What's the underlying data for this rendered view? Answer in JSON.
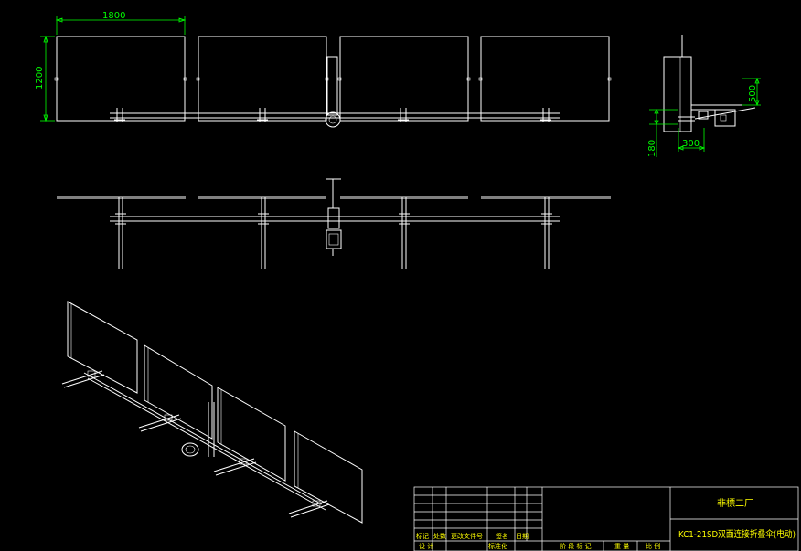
{
  "dimensions": {
    "panel_width": "1800",
    "panel_height": "1200",
    "side_height": "500",
    "side_depth": "300",
    "base_height": "180"
  },
  "title_block": {
    "company": "非標二厂",
    "drawing_title": "KC1-21SD双面连接折叠伞(电动)",
    "row_labels": [
      "标记",
      "处数",
      "更改文件号",
      "签名",
      "日期"
    ],
    "bottom_labels": [
      "设 计",
      "标准化",
      "阶 段 标 记",
      "重 量",
      "比 例"
    ]
  },
  "colors": {
    "line": "#ffffff",
    "dimension": "#00ff00",
    "text": "#ffff00",
    "background": "#000000"
  }
}
